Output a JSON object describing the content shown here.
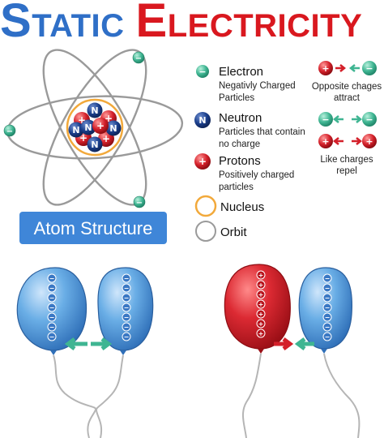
{
  "title": {
    "word1": {
      "first": "S",
      "rest": "TATIC"
    },
    "word2": {
      "first": "E",
      "rest": "LECTRICITY"
    }
  },
  "atom": {
    "button_label": "Atom Structure",
    "nucleus_labels": [
      "N",
      "N",
      "N",
      "N",
      "N",
      "N"
    ]
  },
  "legend": {
    "electron": {
      "title": "Electron",
      "desc1": "Negativly Charged",
      "desc2": "Particles"
    },
    "neutron": {
      "title": "Neutron",
      "desc1": "Particles that contain",
      "desc2": "no charge"
    },
    "protons": {
      "title": "Protons",
      "desc1": "Positively charged",
      "desc2": "particles"
    },
    "nucleus": {
      "title": "Nucleus"
    },
    "orbit": {
      "title": "Orbit"
    }
  },
  "charges": {
    "opposite": {
      "line1": "Opposite chages",
      "line2": "attract"
    },
    "like": {
      "line1": "Like charges",
      "line2": "repel"
    }
  },
  "colors": {
    "title_blue": "#2f6fc7",
    "title_red": "#d9181f",
    "electron_green": "#3fb592",
    "neutron_navy": "#1b3f8c",
    "proton_red": "#d4202a",
    "nucleus_orange": "#f2a93b",
    "orbit_gray": "#9a9a9a",
    "balloon_blue": "#5ea0dc",
    "balloon_red": "#d51f2b",
    "button_blue": "#3f86d8",
    "arrow_green": "#3fb592"
  },
  "symbols": {
    "negative": "−",
    "positive": "+",
    "neutral": "N"
  }
}
